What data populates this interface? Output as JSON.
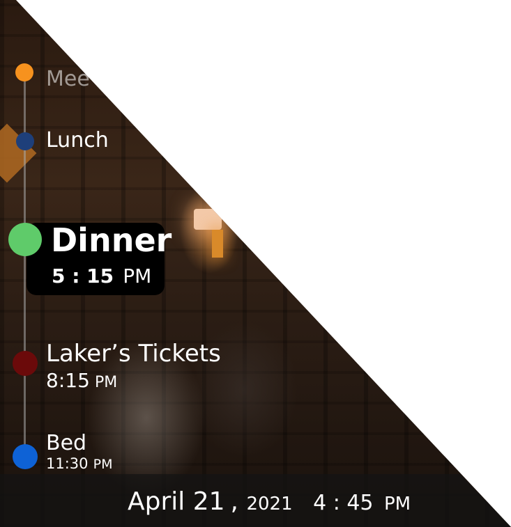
{
  "events": [
    {
      "label": "Mee",
      "time": "",
      "color": "#f7921e"
    },
    {
      "label": "Lunch",
      "time": "",
      "color": "#1e3f7a"
    },
    {
      "label": "Dinner",
      "time_value": "5 : 15",
      "time_period": "PM",
      "color": "#5fcb6a"
    },
    {
      "label": "Laker’s Tickets",
      "time_value": "8:15",
      "time_period": "PM",
      "color": "#6b0a0a"
    },
    {
      "label": "Bed",
      "time_value": "11:30",
      "time_period": "PM",
      "color": "#0e62d6"
    }
  ],
  "footer": {
    "date_month_day": "April 21",
    "date_sep": ",",
    "date_year": "2021",
    "time_value": "4 : 45",
    "time_period": "PM"
  }
}
